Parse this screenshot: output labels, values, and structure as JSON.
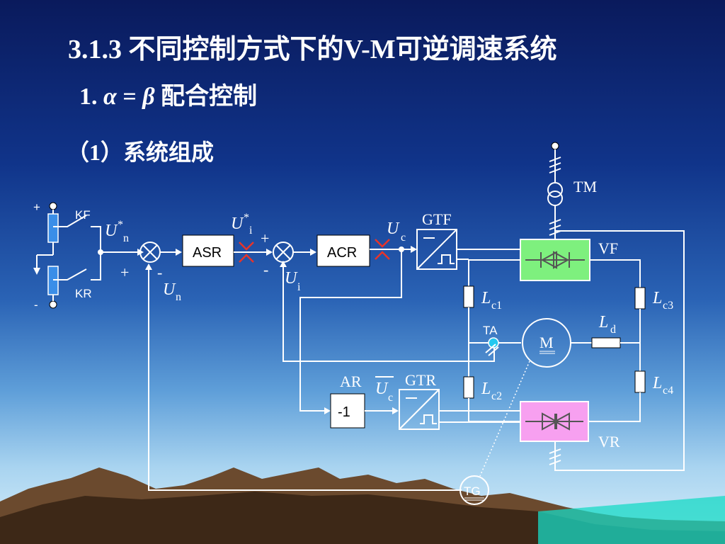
{
  "slide": {
    "title": "3.1.3   不同控制方式下的V-M可逆调速系统",
    "subtitle_num": "1.",
    "subtitle_alpha": "α",
    "subtitle_eq": "=",
    "subtitle_beta": "β",
    "subtitle_text": "配合控制",
    "section": "（1）系统组成"
  },
  "diagram": {
    "blocks": {
      "asr": "ASR",
      "acr": "ACR",
      "ar_value": "-1",
      "ar_label": "AR",
      "gtf_label": "GTF",
      "gtr_label": "GTR",
      "vf_label": "VF",
      "vr_label": "VR",
      "tm_label": "TM",
      "ta_label": "TA",
      "motor": "M",
      "tg": "TG"
    },
    "switches": {
      "kf": "KF",
      "kr": "KR",
      "plus": "+",
      "minus": "-"
    },
    "signals": {
      "u_main": "U",
      "un_star_sub": "n",
      "star": "*",
      "ui_star_sub": "i",
      "un_sub": "n",
      "ui_sub": "i",
      "uc_sub": "c",
      "plus": "+",
      "minus": "-"
    },
    "inductors": {
      "l": "L",
      "lc1_sub": "c1",
      "lc2_sub": "c2",
      "lc3_sub": "c3",
      "lc4_sub": "c4",
      "ld_sub": "d"
    },
    "colors": {
      "vf_fill": "#7ef07e",
      "vr_fill": "#f7a0f0",
      "ta_dot": "#22c8f0",
      "resistor": "#3a8ee8"
    }
  }
}
